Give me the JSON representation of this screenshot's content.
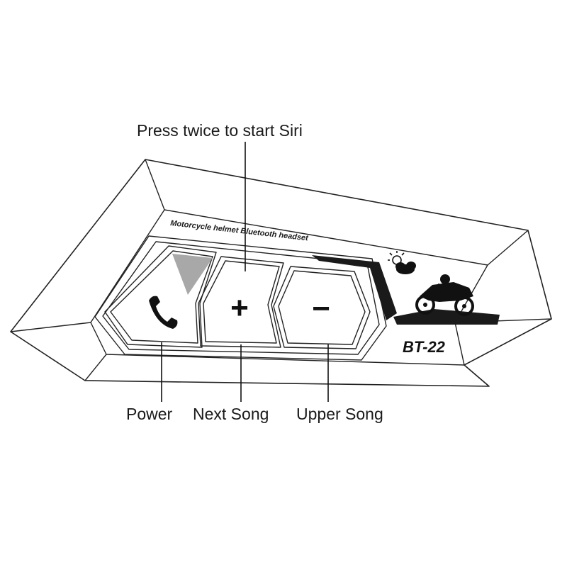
{
  "callouts": {
    "siri": "Press twice to start Siri",
    "power": "Power",
    "next_song": "Next Song",
    "upper_song": "Upper Song"
  },
  "device": {
    "subtitle": "Motorcycle helmet Bluetooth headset",
    "model": "BT-22"
  },
  "buttons": {
    "power_icon": "phone-handset-icon",
    "plus_symbol": "+",
    "minus_symbol": "−"
  }
}
